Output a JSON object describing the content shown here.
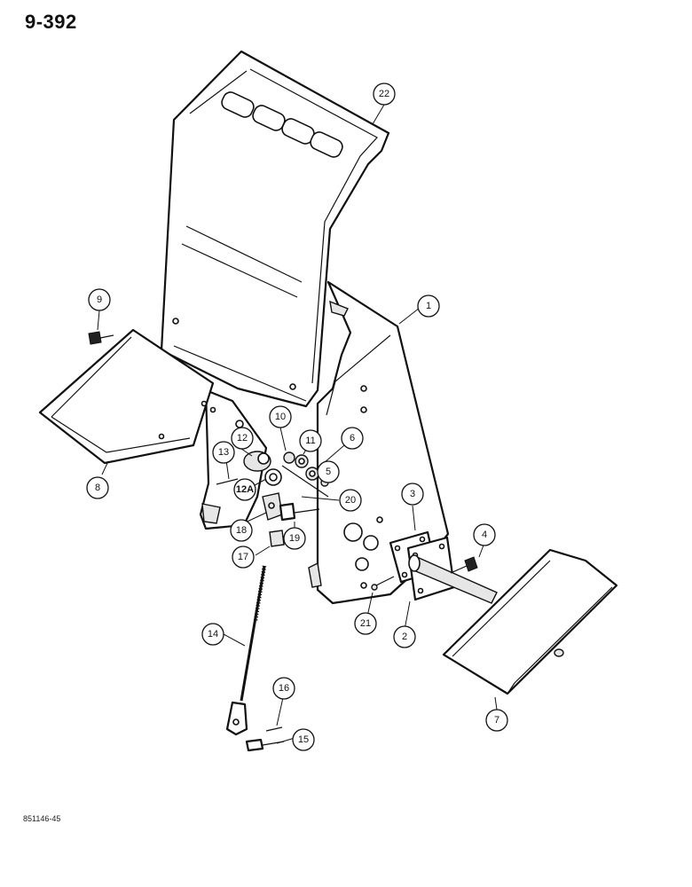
{
  "header": {
    "page_number": "9-392"
  },
  "footer": {
    "figure_code": "851146-45"
  },
  "callouts": [
    {
      "id": "c22",
      "label": "22"
    },
    {
      "id": "c1",
      "label": "1"
    },
    {
      "id": "c9",
      "label": "9"
    },
    {
      "id": "c10",
      "label": "10"
    },
    {
      "id": "c11",
      "label": "11"
    },
    {
      "id": "c6",
      "label": "6"
    },
    {
      "id": "c12",
      "label": "12"
    },
    {
      "id": "c13",
      "label": "13"
    },
    {
      "id": "c5",
      "label": "5"
    },
    {
      "id": "c12a",
      "label": "12A"
    },
    {
      "id": "c20",
      "label": "20"
    },
    {
      "id": "c3",
      "label": "3"
    },
    {
      "id": "c8",
      "label": "8"
    },
    {
      "id": "c18",
      "label": "18"
    },
    {
      "id": "c19",
      "label": "19"
    },
    {
      "id": "c4",
      "label": "4"
    },
    {
      "id": "c17",
      "label": "17"
    },
    {
      "id": "c21",
      "label": "21"
    },
    {
      "id": "c2",
      "label": "2"
    },
    {
      "id": "c14",
      "label": "14"
    },
    {
      "id": "c7",
      "label": "7"
    },
    {
      "id": "c16",
      "label": "16"
    },
    {
      "id": "c15",
      "label": "15"
    }
  ]
}
